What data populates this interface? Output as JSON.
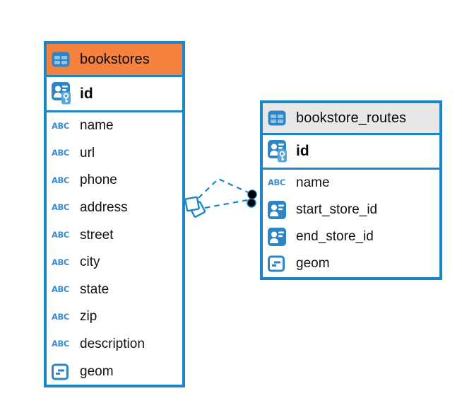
{
  "diagram": {
    "kind": "entity-relationship-diagram",
    "background": "#ffffff"
  },
  "colors": {
    "table_border_blue": "#1b87c9",
    "pk_table_header_orange": "#f5813e",
    "table_header_gray": "#e8e8e8",
    "icon_blue": "#2e85c5",
    "icon_cell_light_blue": "#8fc3ea",
    "key_badge_blue": "#54a7dd",
    "text_color": "#0a0a0a",
    "relationship_line_blue": "#1b87c9",
    "dot_marker_fill": "#000000",
    "diamond_marker_fill": "#ffffff"
  },
  "icons": {
    "text_type_label": "ABC",
    "table_icon": "blue-2x2-grid-card",
    "primary_key_icon": "person-card-with-key-badge",
    "foreign_key_icon": "person-card",
    "geometry_type_icon": "outlined-card-with-dashes"
  },
  "tables": [
    {
      "title": "bookstores",
      "header_style": "orange",
      "primary_key": {
        "name": "id"
      },
      "columns": [
        {
          "name": "name",
          "type": "text"
        },
        {
          "name": "url",
          "type": "text"
        },
        {
          "name": "phone",
          "type": "text"
        },
        {
          "name": "address",
          "type": "text"
        },
        {
          "name": "street",
          "type": "text"
        },
        {
          "name": "city",
          "type": "text"
        },
        {
          "name": "state",
          "type": "text"
        },
        {
          "name": "zip",
          "type": "text"
        },
        {
          "name": "description",
          "type": "text"
        },
        {
          "name": "geom",
          "type": "geometry"
        }
      ]
    },
    {
      "title": "bookstore_routes",
      "header_style": "gray",
      "primary_key": {
        "name": "id"
      },
      "columns": [
        {
          "name": "name",
          "type": "text"
        },
        {
          "name": "start_store_id",
          "type": "foreign-key"
        },
        {
          "name": "end_store_id",
          "type": "foreign-key"
        },
        {
          "name": "geom",
          "type": "geometry"
        }
      ]
    }
  ],
  "relationships": [
    {
      "from": "bookstore_routes.start_store_id",
      "to": "bookstores.id",
      "line_style": "dashed",
      "marker_at_bookstores": "white-diamond",
      "marker_at_bookstore_routes": "black-dot"
    },
    {
      "from": "bookstore_routes.end_store_id",
      "to": "bookstores.id",
      "line_style": "dashed",
      "marker_at_bookstores": "white-diamond",
      "marker_at_bookstore_routes": "black-dot"
    }
  ]
}
